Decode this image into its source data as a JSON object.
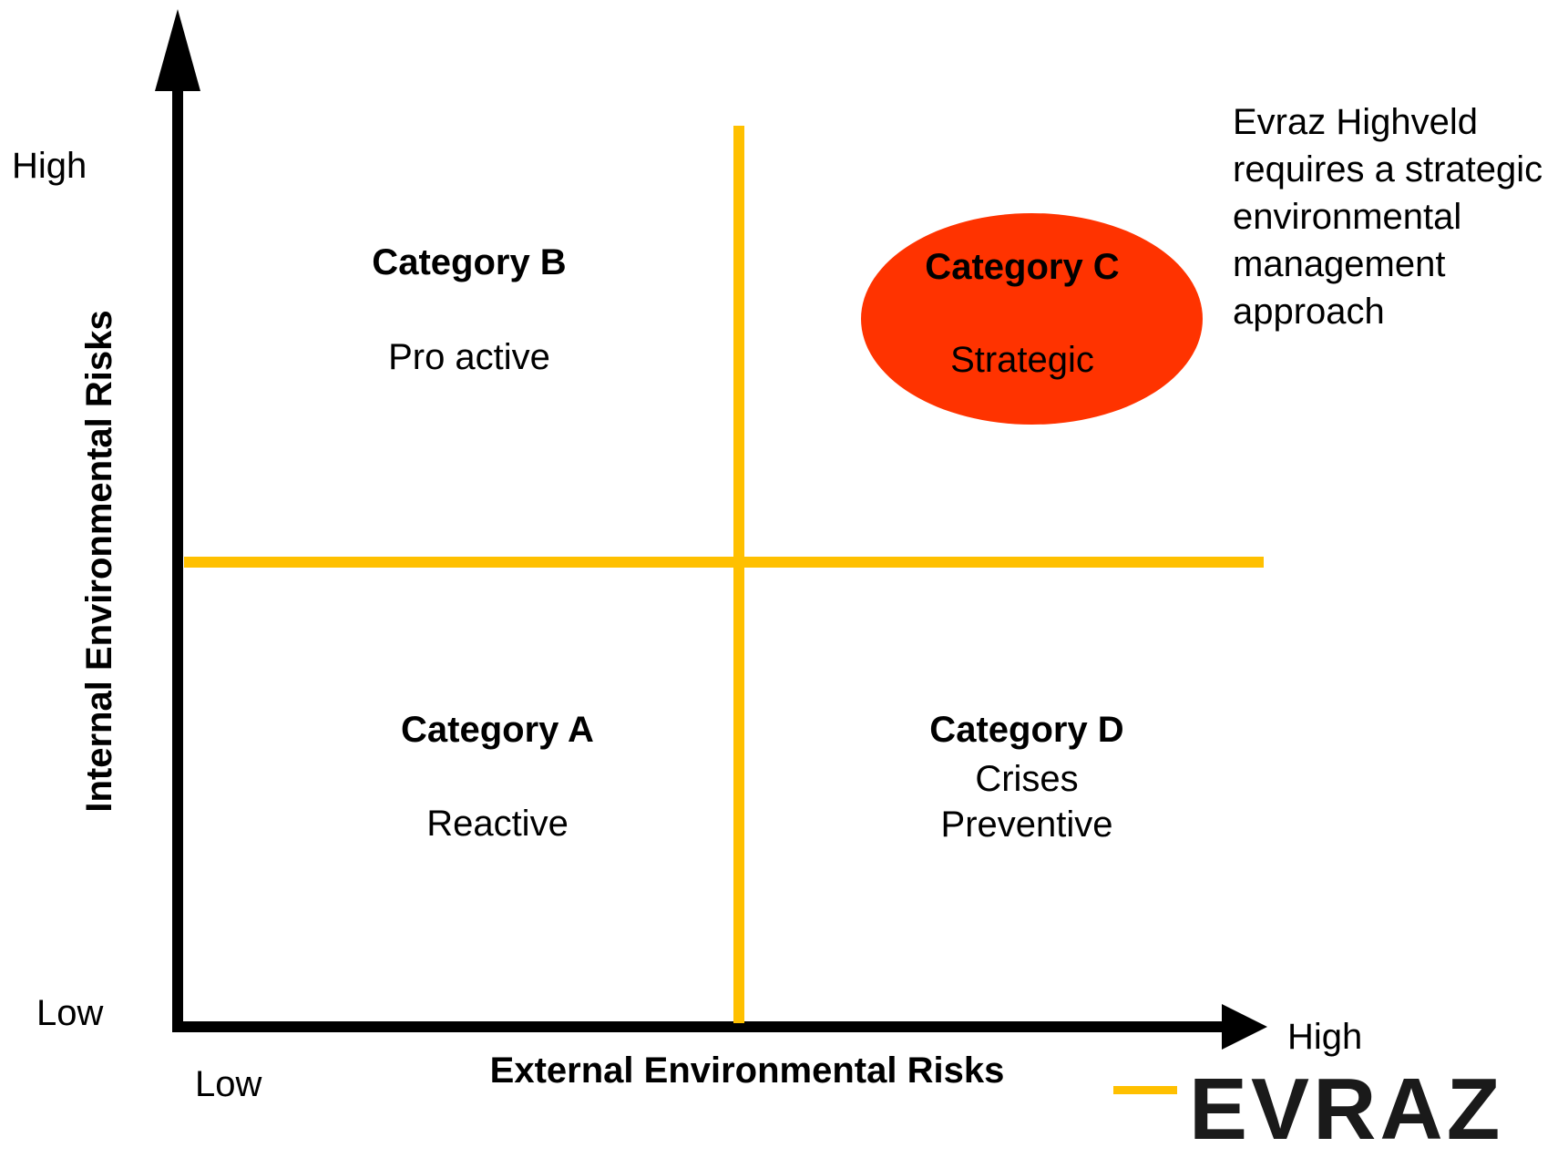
{
  "axes": {
    "y_title": "Internal Environmental Risks",
    "y_high": "High",
    "y_low": "Low",
    "x_title": "External Environmental Risks",
    "x_high": "High",
    "x_low": "Low"
  },
  "quadrants": {
    "top_left": {
      "title": "Category B",
      "subtitle": "Pro active"
    },
    "top_right": {
      "title": "Category C",
      "subtitle": "Strategic"
    },
    "bottom_left": {
      "title": "Category A",
      "subtitle": "Reactive"
    },
    "bottom_right": {
      "title": "Category D",
      "subtitle_line1": "Crises",
      "subtitle_line2": "Preventive"
    }
  },
  "annotation": {
    "lines": [
      "Evraz Highveld",
      "requires a strategic",
      "environmental",
      "management",
      "approach"
    ]
  },
  "logo": {
    "text": "EVRAZ"
  },
  "colors": {
    "axis": "#000000",
    "divider": "#ffc000",
    "highlight": "#ff3300"
  }
}
